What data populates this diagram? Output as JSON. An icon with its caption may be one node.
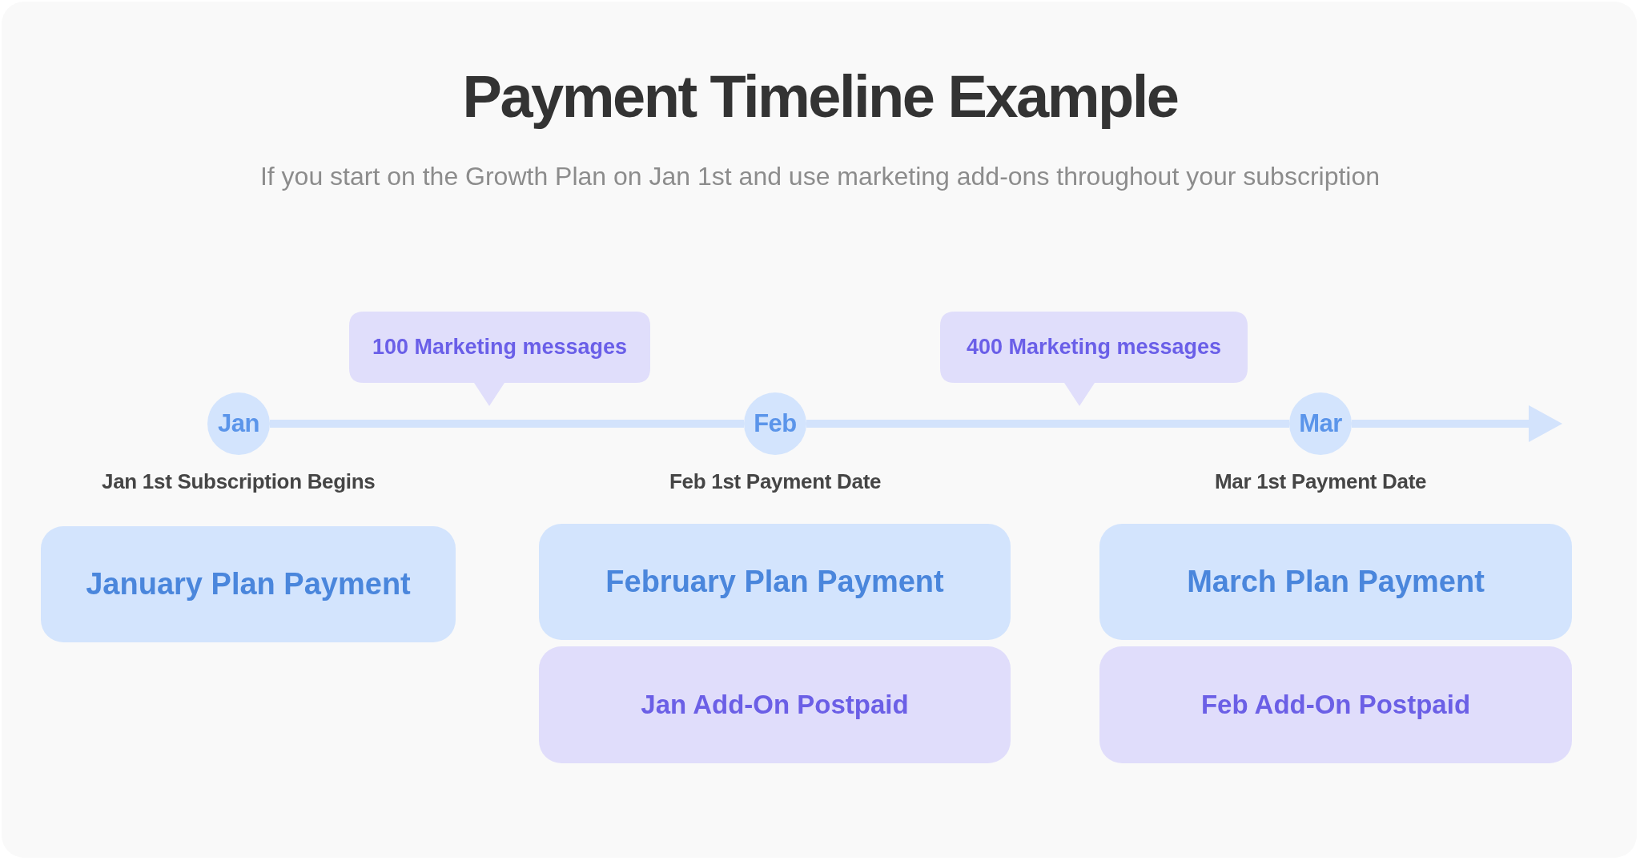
{
  "diagram": {
    "title": "Payment Timeline Example",
    "nodes": [
      {
        "text": [
          "100 Marketing messages"
        ]
      },
      {
        "text": [
          "400 Marketing messages"
        ]
      },
      {
        "text": [
          "Jan"
        ],
        "beside": [
          "Jan 1st Subscription Begins"
        ]
      },
      {
        "text": [
          "Feb"
        ],
        "beside": [
          "Feb 1st Payment Date"
        ]
      },
      {
        "text": [
          "Mar"
        ],
        "beside": [
          "Mar 1st Payment Date"
        ]
      },
      {
        "text": [
          "January Plan Payment"
        ]
      },
      {
        "text": [
          "February Plan Payment"
        ]
      },
      {
        "text": [
          "March Plan Payment"
        ]
      },
      {
        "text": [
          "Jan Add-On Postpaid"
        ]
      },
      {
        "text": [
          "Feb Add-On Postpaid"
        ]
      }
    ],
    "edges": [
      {
        "from": 2,
        "to": 3,
        "arrow": "none"
      },
      {
        "from": 3,
        "to": 4,
        "arrow": "none"
      },
      {
        "from": 4,
        "to": null,
        "arrow": "to"
      }
    ],
    "labels": [
      "If you start on the Growth Plan on Jan 1st and use marketing add-ons throughout your subscription"
    ]
  }
}
